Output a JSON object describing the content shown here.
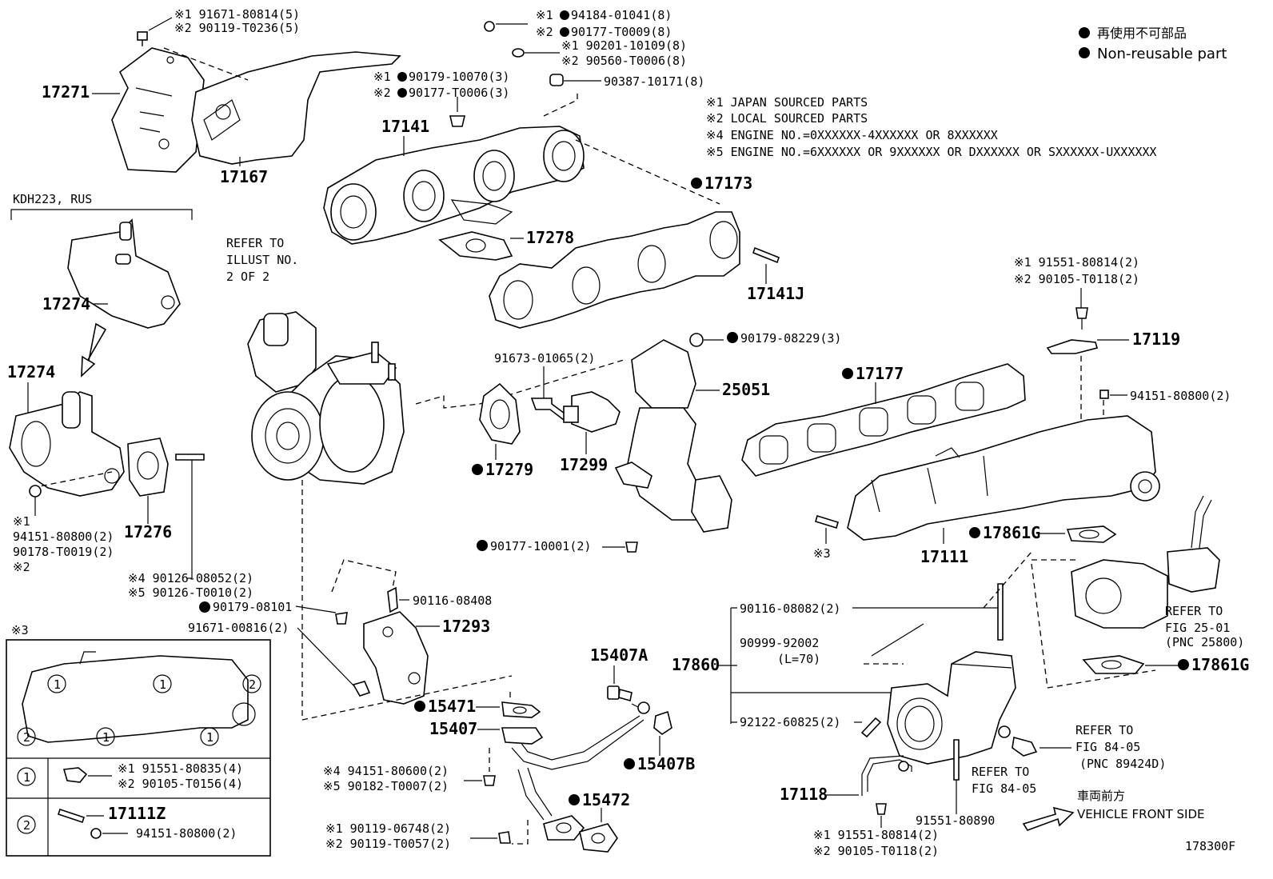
{
  "legend": {
    "non_reusable_jp": "再使用不可部品",
    "non_reusable_en": "Non-reusable part",
    "notes": [
      "※1 JAPAN SOURCED PARTS",
      "※2 LOCAL SOURCED PARTS",
      "※4 ENGINE NO.=0XXXXXX-4XXXXXX OR 8XXXXXX",
      "※5 ENGINE NO.=6XXXXXX OR 9XXXXXX OR DXXXXXX OR SXXXXXX-UXXXXXX"
    ]
  },
  "header_variant": "KDH223, RUS",
  "refer_illust": [
    "REFER TO",
    "ILLUST NO.",
    "2 OF 2"
  ],
  "labels": {
    "p17271": "17271",
    "p17167": "17167",
    "p17141": "17141",
    "p17173": "17173",
    "p17278": "17278",
    "p17141J": "17141J",
    "p17274a": "17274",
    "p17274b": "17274",
    "p17276": "17276",
    "p17279": "17279",
    "p17299": "17299",
    "p25051": "25051",
    "p17119": "17119",
    "p17177": "17177",
    "p17111": "17111",
    "p17861G_a": "17861G",
    "p17861G_b": "17861G",
    "p17293": "17293",
    "p15407A": "15407A",
    "p15471": "15471",
    "p15407": "15407",
    "p15407B": "15407B",
    "p15472": "15472",
    "p17860": "17860",
    "p17118": "17118",
    "p17111Z": "17111Z",
    "drawing_id": "178300F"
  },
  "small": {
    "b1": "※1 91671-80814(5)",
    "b2": "※2 90119-T0236(5)",
    "n1": "※1",
    "n1v": "94184-01041(8)",
    "n2": "※2",
    "n2v": "90177-T0009(8)",
    "w1": "※1 90201-10109(8)",
    "w2": "※2 90560-T0006(8)",
    "s1": "90387-10171(8)",
    "c1": "※1",
    "c1v": "90179-10070(3)",
    "c2": "※2",
    "c2v": "90177-T0006(3)",
    "t1": "※1 91551-80814(2)",
    "t2": "※2 90105-T0118(2)",
    "nut94151": "94151-80800(2)",
    "n90179_08229": "90179-08229(3)",
    "b91673": "91673-01065(2)",
    "n90177_10001": "90177-10001(2)",
    "mark3": "※3",
    "l_x1": "※1",
    "l_nut": "94151-80800(2)",
    "l_nut2": "90178-T0019(2)",
    "l_x2": "※2",
    "stud4": "※4 90126-08052(2)",
    "stud5": "※5 90126-T0010(2)",
    "n90179_08101": "90179-08101",
    "b91671_00816": "91671-00816(2)",
    "s90116_08408": "90116-08408",
    "r_90116": "90116-08082(2)",
    "r_90999": "90999-92002",
    "r_l70": "(L=70)",
    "r_92122": "92122-60825(2)",
    "refer25_1": "REFER TO",
    "refer25_2": "FIG 25-01",
    "refer25_3": "(PNC 25800)",
    "refer84a_1": "REFER TO",
    "refer84a_2": "FIG 84-05",
    "refer84a_3": "(PNC 89424D)",
    "refer84b_1": "REFER TO",
    "refer84b_2": "FIG 84-05",
    "b91551_80890": "91551-80890",
    "bb1": "※1 91551-80814(2)",
    "bb2": "※2 90105-T0118(2)",
    "front_jp": "車両前方",
    "front_en": "VEHICLE FRONT SIDE",
    "n4": "※4 94151-80600(2)",
    "n5": "※5 90182-T0007(2)",
    "x1b": "※1 90119-06748(2)",
    "x2b": "※2 90119-T0057(2)",
    "box_mark": "※3",
    "box_c1": "1",
    "box_c2": "2",
    "box_b1": "※1 91551-80835(4)",
    "box_b2": "※2 90105-T0156(4)",
    "box_nut": "94151-80800(2)"
  }
}
